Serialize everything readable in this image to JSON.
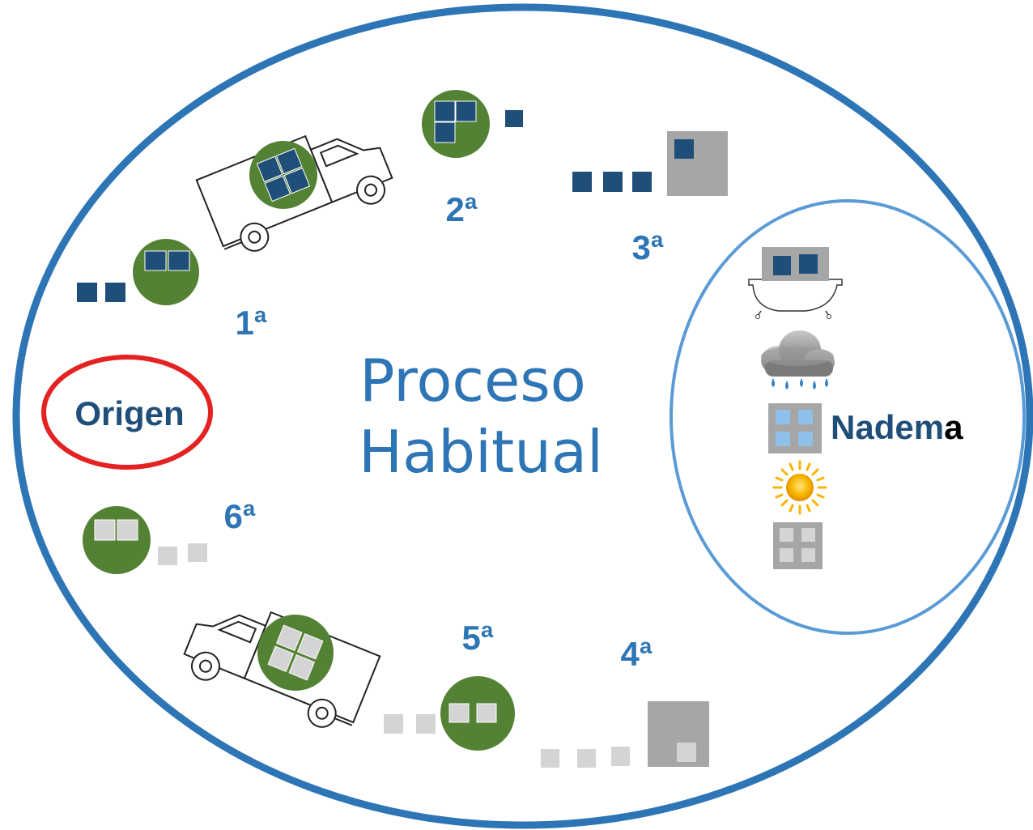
{
  "diagram": {
    "title_line1": "Proceso",
    "title_line2": "Habitual",
    "origin_label": "Origen",
    "steps": [
      "1ª",
      "2ª",
      "3ª",
      "4ª",
      "5ª",
      "6ª"
    ],
    "nadema_label_prefix": "Nadem",
    "nadema_label_suffix": "a",
    "icons": {
      "bathtub": "bathtub-icon",
      "rain_cloud": "rain-cloud-icon",
      "sun": "sun-icon"
    },
    "colors": {
      "outer_ring": "#2e75b6",
      "inner_ring": "#5b9bd5",
      "origin_ring": "#e02020",
      "dark_block": "#1f4e79",
      "light_block": "#d4d4d4",
      "green": "#548235",
      "gray": "#a6a6a6",
      "title": "#2e75b6",
      "step_label": "#2e75b6"
    }
  }
}
